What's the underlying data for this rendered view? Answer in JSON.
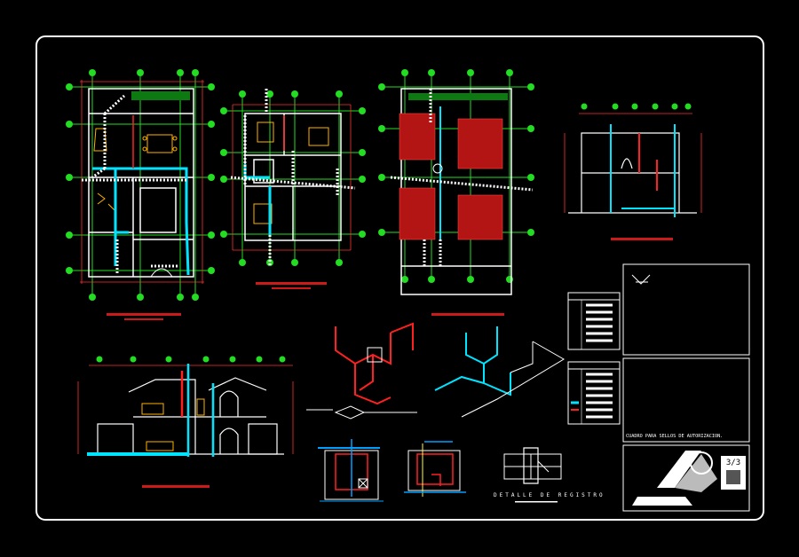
{
  "sheet": {
    "detail_title": "DETALLE DE REGISTRO",
    "approval_box_label": "CUADRO PARA SELLOS DE AUTORIZACION.",
    "sheet_number": "3/3"
  },
  "colors": {
    "frame": "#ffffff",
    "sheet_fill": "#000000",
    "wall": "#ffffff",
    "pipe_cold": "#00e5ff",
    "pipe_hot": "#ff2020",
    "dimension": "#ff3030",
    "grid_node": "#22dd22",
    "plan_title": "#cc1a1a",
    "furniture": "#ffb000",
    "slab_hatch": "#b31414"
  }
}
